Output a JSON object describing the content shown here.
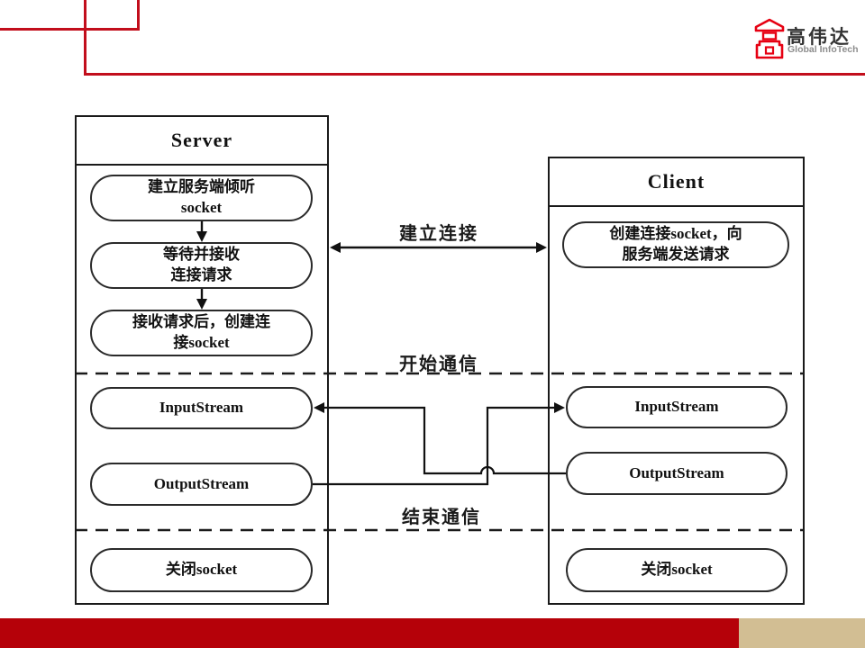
{
  "slide": {
    "background": "#FFFFFF",
    "accent": {
      "decor_red": "#C20E1C",
      "footer_red": "#B50109",
      "footer_tan": "#D2BE93",
      "logo_red": "#E60012",
      "diagram_ink": "#1A1A1A"
    }
  },
  "logo": {
    "icon": "gaoweida-emblem-icon",
    "name_cn": "高伟达",
    "name_en": "Global InfoTech"
  },
  "diagram": {
    "server": {
      "title": "Server",
      "nodes": [
        {
          "line1": "建立服务端倾听",
          "line2": "socket"
        },
        {
          "line1": "等待并接收",
          "line2": "连接请求"
        },
        {
          "line1": "接收请求后，创建连",
          "line2": "接socket"
        },
        {
          "text": "InputStream"
        },
        {
          "text": "OutputStream"
        },
        {
          "text": "关闭socket"
        }
      ]
    },
    "client": {
      "title": "Client",
      "nodes": [
        {
          "line1": "创建连接socket，向",
          "line2": "服务端发送请求"
        },
        {
          "text": "InputStream"
        },
        {
          "text": "OutputStream"
        },
        {
          "text": "关闭socket"
        }
      ]
    },
    "labels": {
      "establish": "建立连接",
      "start": "开始通信",
      "end": "结束通信"
    }
  }
}
